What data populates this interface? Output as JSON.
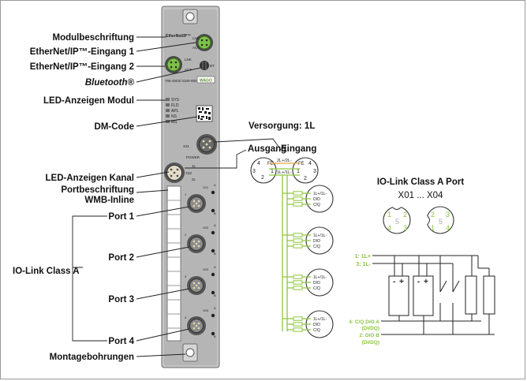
{
  "labels": {
    "module_label": "Modulbeschriftung",
    "ethernet_in1": "EtherNet/IP™-Eingang 1",
    "ethernet_in2": "EtherNet/IP™-Eingang 2",
    "bluetooth": "Bluetooth®",
    "led_module": "LED-Anzeigen Modul",
    "dm_code": "DM-Code",
    "led_channel": "LED-Anzeigen Kanal",
    "port_label": "Portbeschriftung",
    "wmb_inline": "WMB-Inline",
    "port1": "Port 1",
    "port2": "Port 2",
    "iolink_class": "IO-Link Class A",
    "port3": "Port 3",
    "port4": "Port 4",
    "mounting_holes": "Montagebohrungen",
    "supply": "Versorgung: 1L",
    "output": "Ausgang",
    "input": "Eingang",
    "port_title": "IO-Link Class A Port",
    "port_range": "X01 ... X04"
  },
  "device": {
    "brand": "EtherNet/IP™",
    "model": "765-4503/ 0100-0000",
    "logo": "WAGO",
    "link_labels": [
      "LNK",
      "ACT"
    ],
    "bt": "BT",
    "module_leds": [
      "SYS",
      "FLD",
      "APL",
      "NS",
      "MS"
    ],
    "x31": "X31",
    "power": "POWER",
    "x32": "X32",
    "pwr_leds": [
      "1L",
      "2L"
    ],
    "ports": [
      {
        "id": "X01",
        "a": "A",
        "b": "B",
        "n": "1"
      },
      {
        "id": "X02",
        "a": "A",
        "b": "B",
        "n": "2"
      },
      {
        "id": "X03",
        "a": "A",
        "b": "B",
        "n": "3"
      },
      {
        "id": "X04",
        "a": "A",
        "b": "B",
        "n": "4"
      }
    ]
  },
  "power_connector": {
    "left_pins": [
      "4",
      "FE",
      "3",
      "2",
      "1"
    ],
    "right_pins": [
      "FE",
      "4",
      "1",
      "3",
      "2"
    ],
    "wire_labels": [
      "2L+/2L-",
      "1L+/1L-"
    ]
  },
  "port_circuit": {
    "pins": [
      "1L+/1L-",
      "DIO",
      "C/Q"
    ],
    "pinout_left": [
      "1",
      "2",
      "5",
      "4",
      "3"
    ],
    "pinout_right": [
      "2",
      "3",
      "5",
      "1",
      "4"
    ],
    "supply_1": "1: 1L+",
    "supply_3": "3: 1L-",
    "pin4": "4: C/Q DIO A",
    "pin4_sub": "(DI/DQ)",
    "pin2": "2: DIO B",
    "pin2_sub": "(DI/DQ)"
  },
  "colors": {
    "green": "#8dc63f",
    "orange": "#e8a33c",
    "module_gray": "#b8b8b8",
    "port_green": "#7fc24a"
  }
}
